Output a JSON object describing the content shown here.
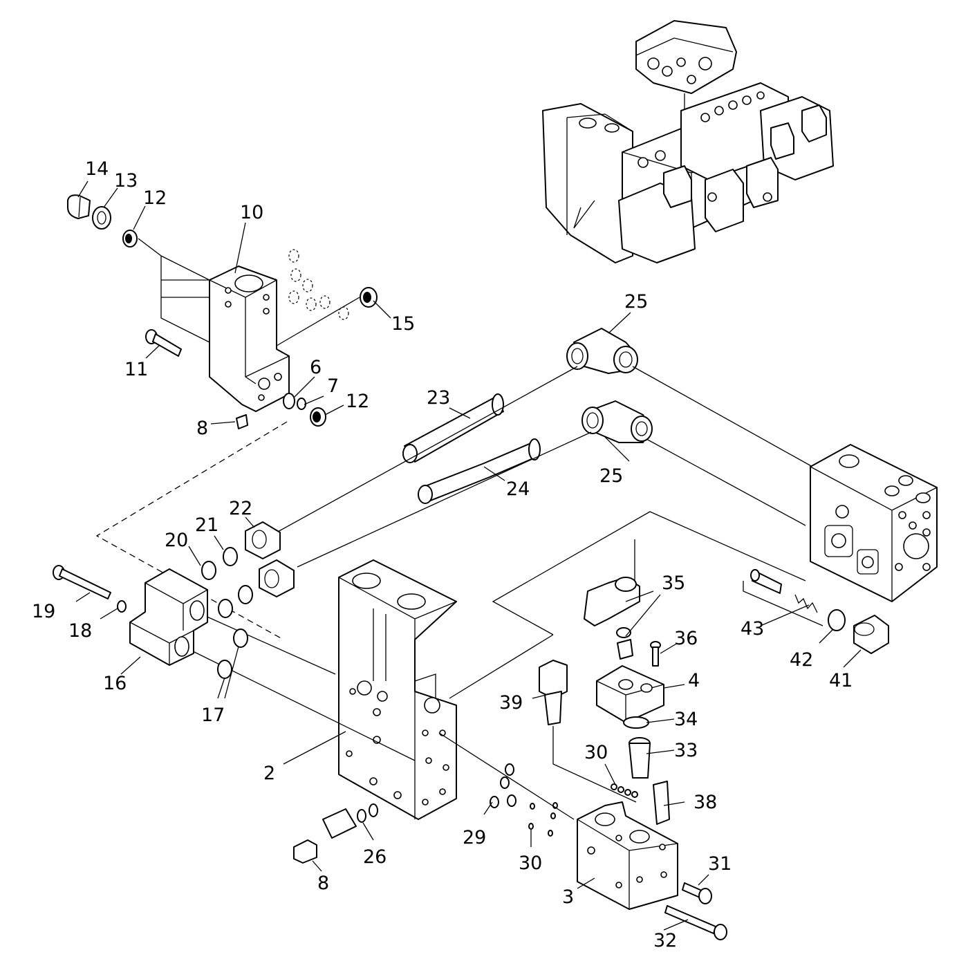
{
  "diagram": {
    "callouts": [
      "14",
      "13",
      "12",
      "10",
      "15",
      "11",
      "6",
      "7",
      "12",
      "8",
      "25",
      "23",
      "25",
      "24",
      "22",
      "21",
      "20",
      "19",
      "18",
      "16",
      "17",
      "2",
      "35",
      "36",
      "4",
      "43",
      "42",
      "41",
      "39",
      "34",
      "33",
      "30",
      "38",
      "29",
      "30",
      "26",
      "8",
      "31",
      "3",
      "32"
    ]
  }
}
